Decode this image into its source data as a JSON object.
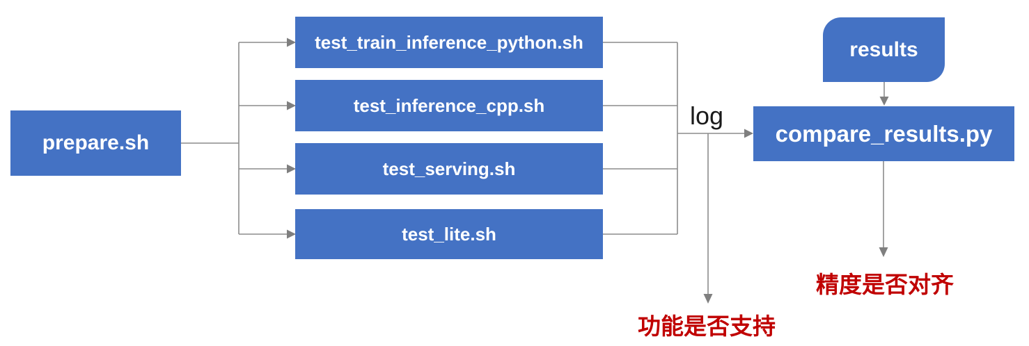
{
  "diagram": {
    "nodes": {
      "prepare": {
        "label": "prepare.sh"
      },
      "tests": [
        {
          "label": "test_train_inference_python.sh"
        },
        {
          "label": "test_inference_cpp.sh"
        },
        {
          "label": "test_serving.sh"
        },
        {
          "label": "test_lite.sh"
        }
      ],
      "results": {
        "label": "results"
      },
      "compare": {
        "label": "compare_results.py"
      }
    },
    "edge_labels": {
      "log": "log"
    },
    "outcomes": {
      "function_support": "功能是否支持",
      "accuracy_aligned": "精度是否对齐"
    },
    "colors": {
      "node_fill": "#4472C4",
      "node_text": "#FFFFFF",
      "connector": "#8C8C8C",
      "arrowhead": "#7F7F7F",
      "edge_label_text": "#1A1A1A",
      "outcome_text": "#C00000",
      "background": "#FFFFFF"
    }
  }
}
